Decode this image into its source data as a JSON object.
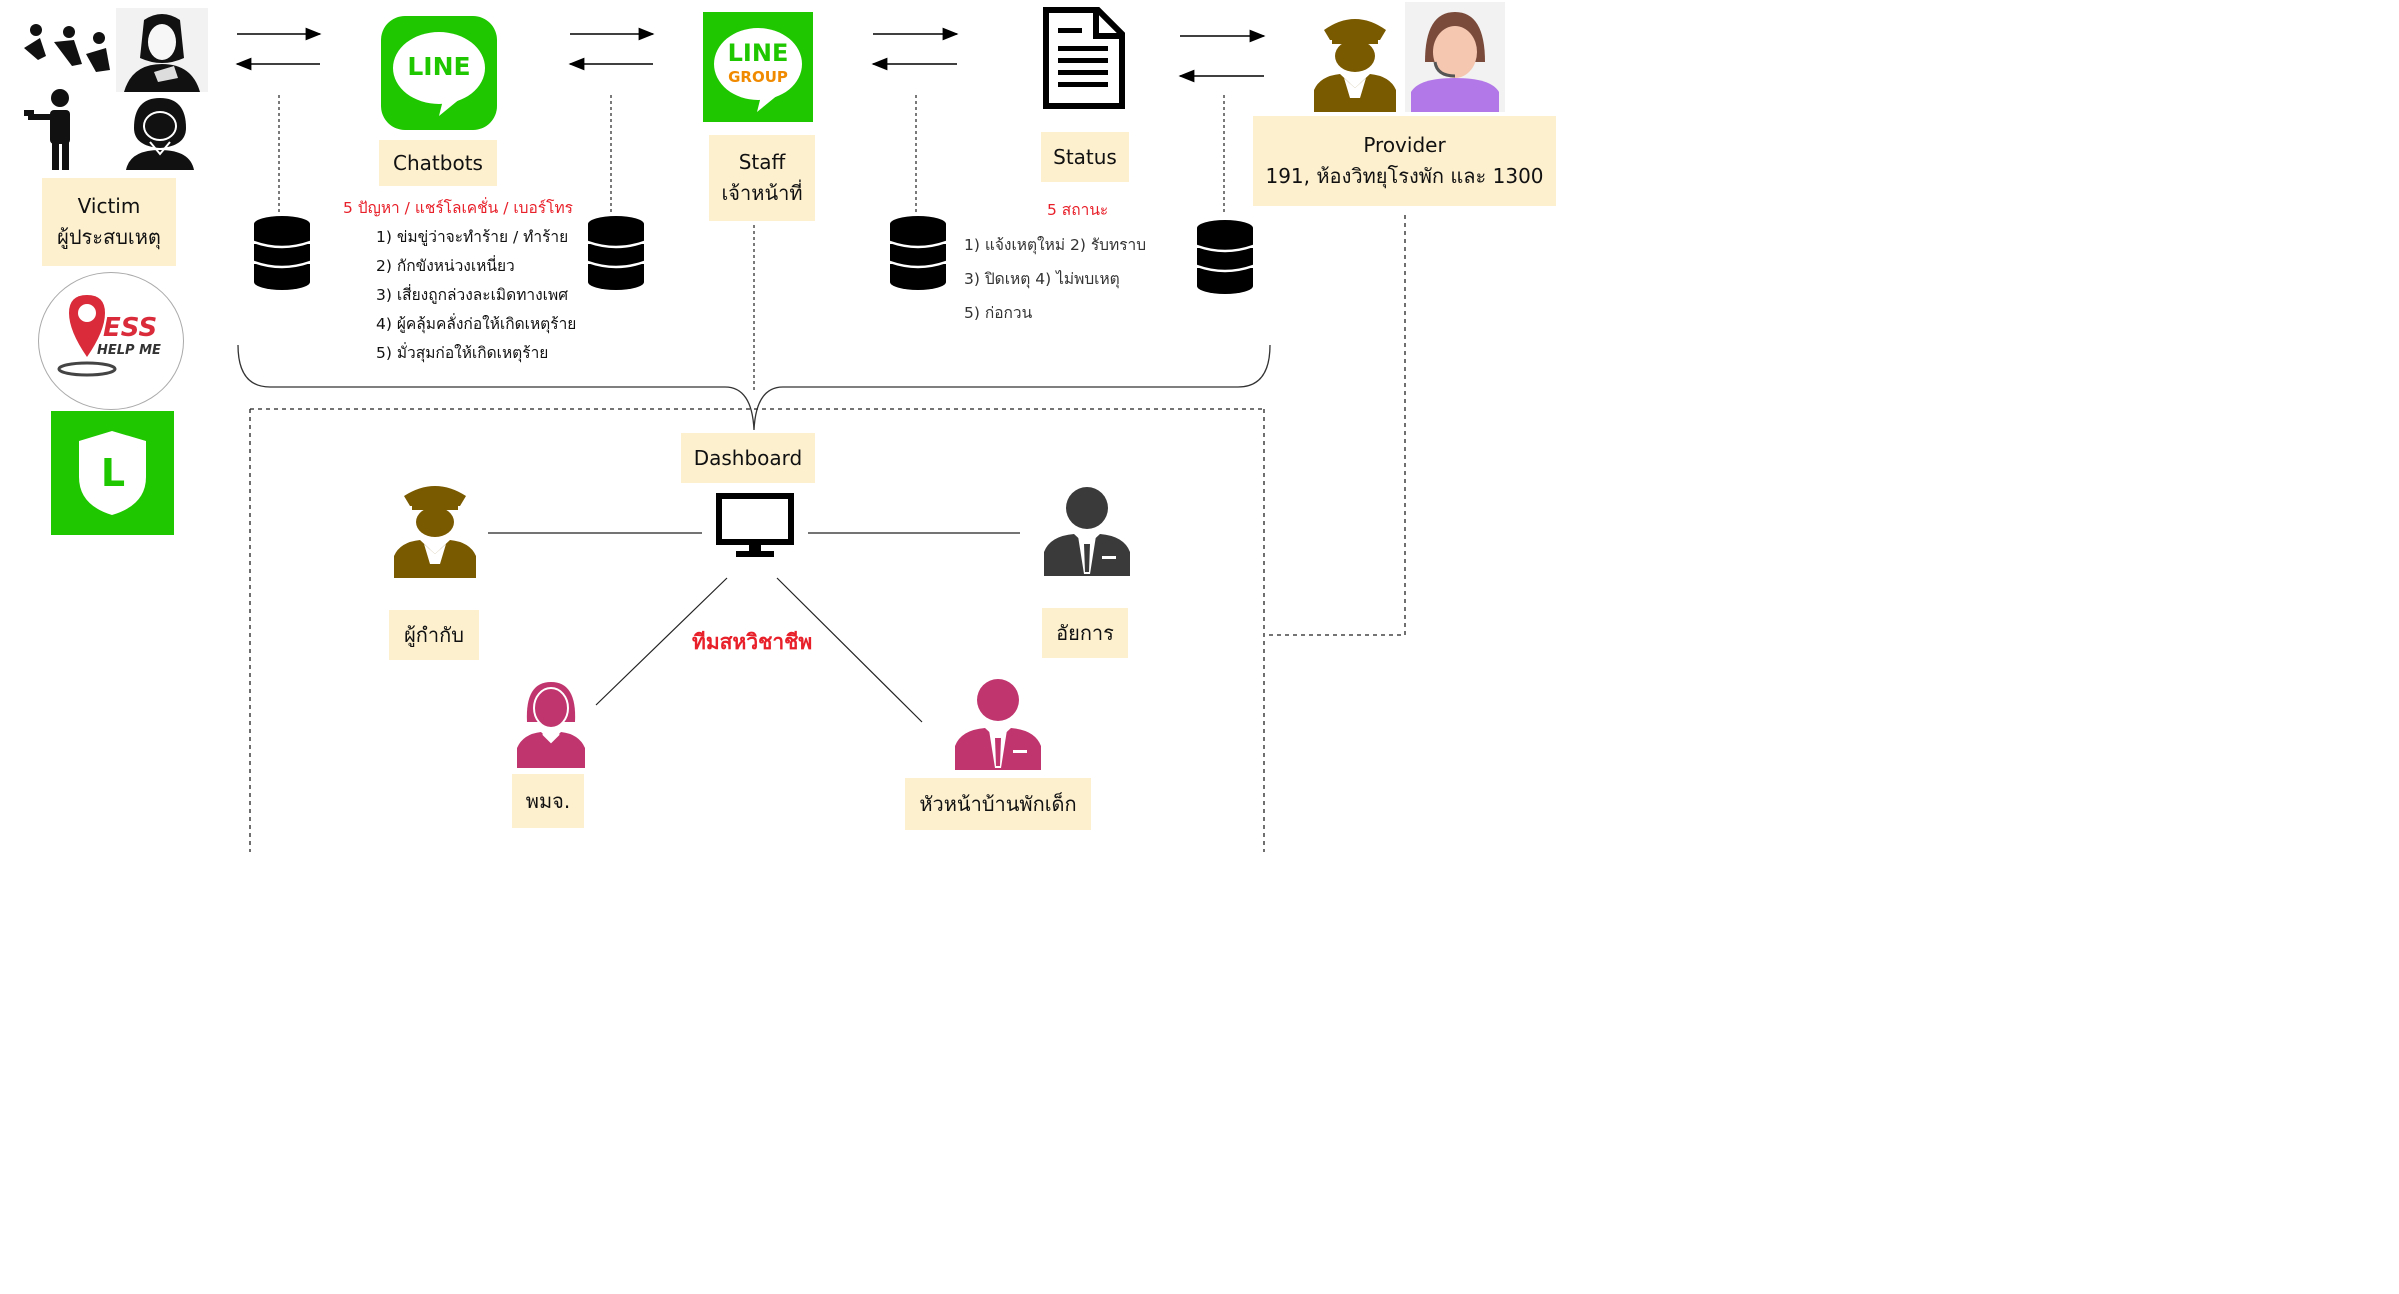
{
  "victim": {
    "line1": "Victim",
    "line2": "ผู้ประสบเหตุ"
  },
  "ess_logo": {
    "text_top": "ESS",
    "text_bottom": "HELP ME"
  },
  "line_app_icon": {
    "letter": "L"
  },
  "chatbots": {
    "icon_text": "LINE",
    "label": "Chatbots",
    "note_title": "5 ปัญหา / แชร์โลเคชั่น / เบอร์โทร",
    "items": [
      "1) ข่มขู่ว่าจะทำร้าย / ทำร้าย",
      "2) กักขังหน่วงเหนี่ยว",
      "3) เสี่ยงถูกล่วงละเมิดทางเพศ",
      "4) ผู้คลุ้มคลั่งก่อให้เกิดเหตุร้าย",
      "5) มั่วสุมก่อให้เกิดเหตุร้าย"
    ]
  },
  "staff": {
    "icon_top": "LINE",
    "icon_bottom": "GROUP",
    "line1": "Staff",
    "line2": "เจ้าหน้าที่"
  },
  "status": {
    "label": "Status",
    "note_title": "5 สถานะ",
    "items": [
      "1) แจ้งเหตุใหม่ 2) รับทราบ",
      "3) ปิดเหตุ 4) ไม่พบเหตุ",
      "5) ก่อกวน"
    ]
  },
  "provider": {
    "line1": "Provider",
    "line2": "191, ห้องวิทยุโรงพัก และ 1300"
  },
  "dashboard": {
    "label": "Dashboard"
  },
  "team": {
    "label": "ทีมสหวิชาชีพ"
  },
  "roles": {
    "supervisor": "ผู้กำกับ",
    "prosecutor": "อัยการ",
    "social_worker": "พมจ.",
    "shelter_head": "หัวหน้าบ้านพักเด็ก"
  },
  "colors": {
    "line_green": "#1ec700",
    "police_brown": "#7a5a00",
    "label_bg": "#fdf0cf",
    "red_text": "#e8202a",
    "pink": "#c0356e",
    "purple": "#b278e8",
    "dark_gray": "#3a3a3a"
  }
}
